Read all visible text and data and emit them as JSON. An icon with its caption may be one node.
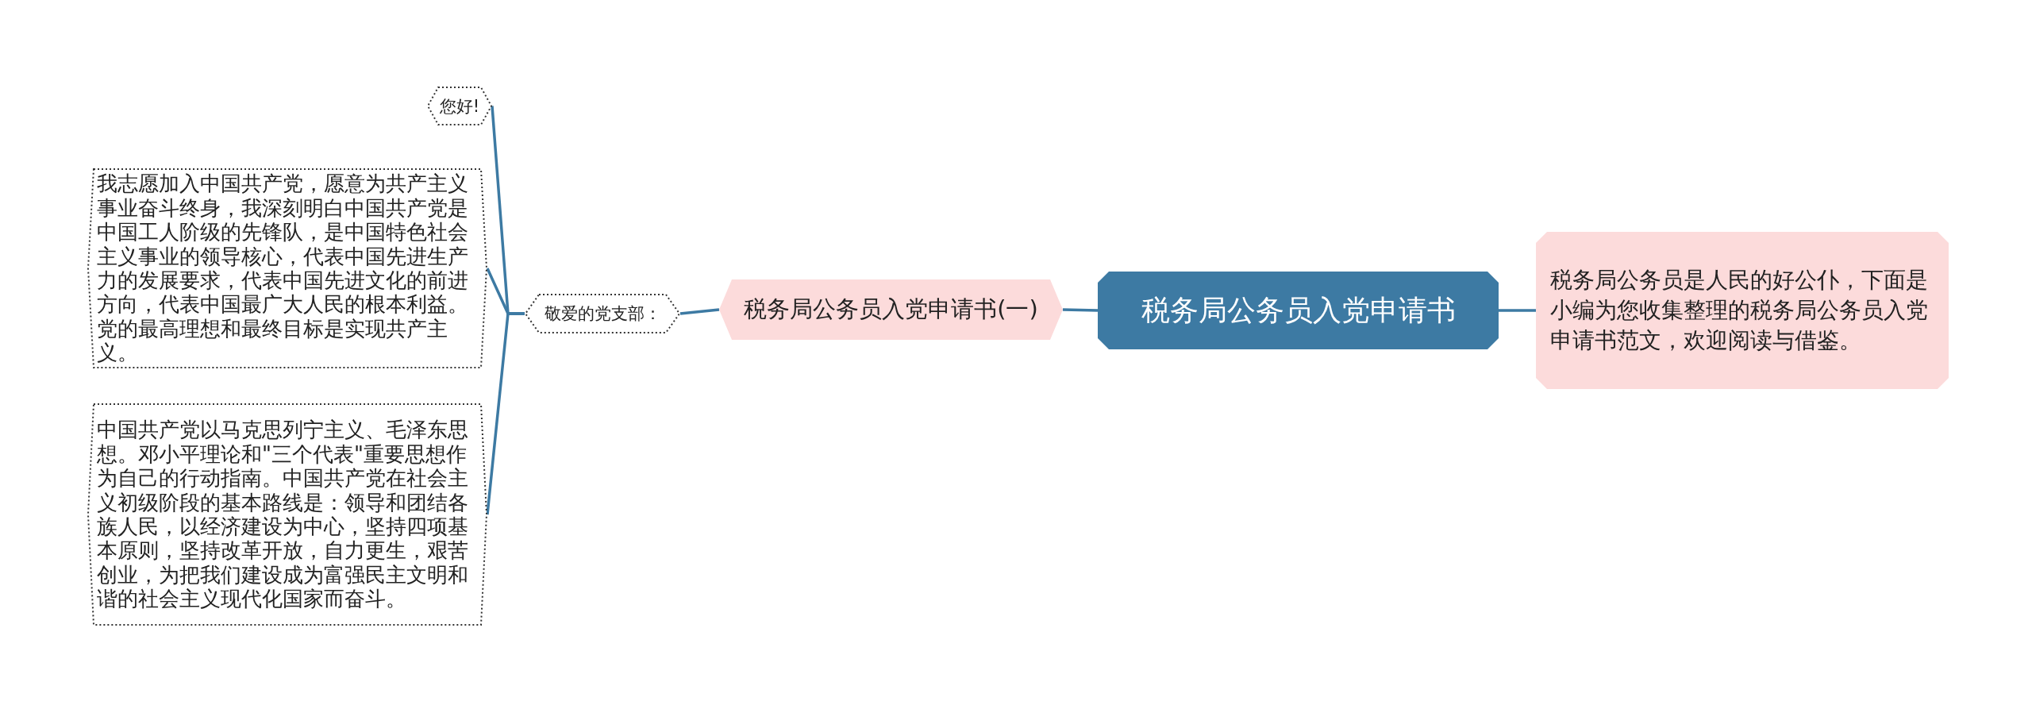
{
  "diagram": {
    "nodes": [
      {
        "text": [
          "税务局公务员入党申请书"
        ]
      },
      {
        "text": [
          "税务局公务员是人民的好公仆，下面是小编为您收集整理的税务局公务员入党申请书范文，欢迎阅读与借鉴。"
        ]
      },
      {
        "text": [
          "税务局公务员入党申请书(一)"
        ]
      },
      {
        "text": [
          "敬爱的党支部："
        ]
      },
      {
        "text": [
          "您好!"
        ]
      },
      {
        "text": [
          "我志愿加入中国共产党，愿意为共产主义事业奋斗终身，我深刻明白中国共产党是中国工人阶级的先锋队，是中国特色社会主义事业的领导核心，代表中国先进生产力的发展要求，代表中国先进文化的前进方向，代表中国最广大人民的根本利益。党的最高理想和最终目标是实现共产主义。"
        ]
      },
      {
        "text": [
          "中国共产党以马克思列宁主义、毛泽东思想。邓小平理论和\"三个代表\"重要思想作为自己的行动指南。中国共产党在社会主义初级阶段的基本路线是：领导和团结各族人民，以经济建设为中心，坚持四项基本原则，坚持改革开放，自力更生，艰苦创业，为把我们建设成为富强民主文明和谐的社会主义现代化国家而奋斗。"
        ]
      }
    ],
    "edges": [
      {
        "from": 0,
        "to": 1,
        "arrow": "none"
      },
      {
        "from": 0,
        "to": 2,
        "arrow": "none"
      },
      {
        "from": 2,
        "to": 3,
        "arrow": "none"
      },
      {
        "from": 3,
        "to": 4,
        "arrow": "none"
      },
      {
        "from": 3,
        "to": 5,
        "arrow": "none"
      },
      {
        "from": 3,
        "to": 6,
        "arrow": "none"
      }
    ]
  }
}
